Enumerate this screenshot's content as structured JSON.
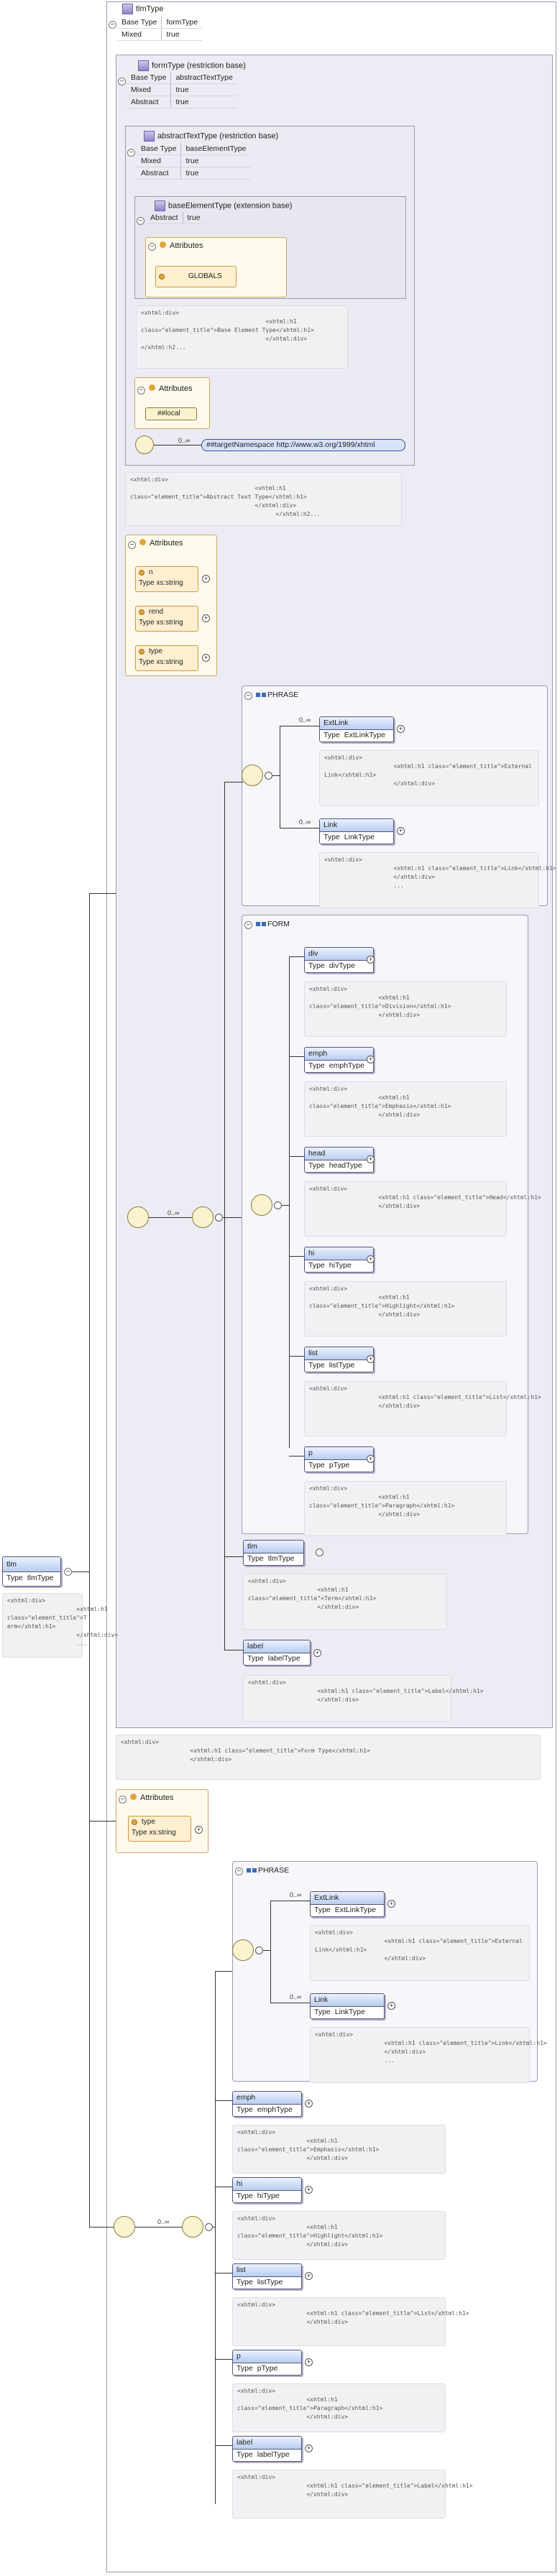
{
  "root": {
    "name": "tlmType",
    "base_type_key": "Base Type",
    "base_type": "formType",
    "mixed_key": "Mixed",
    "mixed": "true"
  },
  "formType": {
    "title": "formType (restriction base)",
    "rows": [
      [
        "Base Type",
        "abstractTextType"
      ],
      [
        "Mixed",
        "true"
      ],
      [
        "Abstract",
        "true"
      ]
    ]
  },
  "abstractTextType": {
    "title": "abstractTextType (restriction base)",
    "rows": [
      [
        "Base Type",
        "baseElementType"
      ],
      [
        "Mixed",
        "true"
      ],
      [
        "Abstract",
        "true"
      ]
    ]
  },
  "baseElementType": {
    "title": "baseElementType (extension base)",
    "rows": [
      [
        "Abstract",
        "true"
      ]
    ],
    "attributes_label": "Attributes",
    "globals": "GLOBALS"
  },
  "base_doc": "<xhtml:div>\n                                    <xhtml:h1\nclass=\"element_title\">Base Element Type</xhtml:h1>\n                                    </xhtml:div>\n</xhtml:h2...",
  "local_attrs": {
    "label": "Attributes",
    "any": "##local"
  },
  "any_ns": {
    "card": "0..∞",
    "text": "##targetNamespace http://www.w3.org/1999/xhtml"
  },
  "abstract_doc": "<xhtml:div>\n                                    <xhtml:h1\nclass=\"element_title\">Abstract Text Type</xhtml:h1>\n                                    </xhtml:div>\n                                          </xhtml:h2...",
  "form_attrs": {
    "label": "Attributes",
    "items": [
      {
        "name": "n",
        "type": "xs:string"
      },
      {
        "name": "rend",
        "type": "xs:string"
      },
      {
        "name": "type",
        "type": "xs:string"
      }
    ]
  },
  "phrase1": {
    "title": "PHRASE",
    "items": [
      {
        "card": "0..∞",
        "name": "ExtLink",
        "type": "ExtLinkType",
        "doc": "<xhtml:div>\n                    <xhtml:h1 class=\"element_title\">External\nLink</xhtml:h1>\n                    </xhtml:div>"
      },
      {
        "card": "0..∞",
        "name": "Link",
        "type": "LinkType",
        "doc": "<xhtml:div>\n                    <xhtml:h1 class=\"element_title\">Link</xhtml:h1>\n                    </xhtml:div>\n                    ..."
      }
    ]
  },
  "form": {
    "title": "FORM",
    "items": [
      {
        "name": "div",
        "type": "divType",
        "doc": "<xhtml:div>\n                    <xhtml:h1\nclass=\"element_title\">Division</xhtml:h1>\n                    </xhtml:div>"
      },
      {
        "name": "emph",
        "type": "emphType",
        "doc": "<xhtml:div>\n                    <xhtml:h1\nclass=\"element_title\">Emphasis</xhtml:h1>\n                    </xhtml:div>"
      },
      {
        "name": "head",
        "type": "headType",
        "doc": "<xhtml:div>\n                    <xhtml:h1 class=\"element_title\">Head</xhtml:h1>\n                    </xhtml:div>"
      },
      {
        "name": "hi",
        "type": "hiType",
        "doc": "<xhtml:div>\n                    <xhtml:h1\nclass=\"element_title\">Highlight</xhtml:h1>\n                    </xhtml:div>"
      },
      {
        "name": "list",
        "type": "listType",
        "doc": "<xhtml:div>\n                    <xhtml:h1 class=\"element_title\">List</xhtml:h1>\n                    </xhtml:div>"
      },
      {
        "name": "p",
        "type": "pType",
        "doc": "<xhtml:div>\n                    <xhtml:h1\nclass=\"element_title\">Paragraph</xhtml:h1>\n                    </xhtml:div>"
      }
    ]
  },
  "outer_card": "0..∞",
  "tlm_el": {
    "name": "tlm",
    "type": "tlmType",
    "doc": "<xhtml:div>\n                    <xhtml:h1\nclass=\"element_title\">Term</xhtml:h1>\n                    </xhtml:div>"
  },
  "label_el": {
    "name": "label",
    "type": "labelType",
    "doc": "<xhtml:div>\n                    <xhtml:h1 class=\"element_title\">Label</xhtml:h1>\n                    </xhtml:div>"
  },
  "form_doc": "<xhtml:div>\n                    <xhtml:h1 class=\"element_title\">Form Type</xhtml:h1>\n                    </xhtml:div>",
  "tlm_attrs": {
    "label": "Attributes",
    "items": [
      {
        "name": "type",
        "type": "xs:string"
      }
    ]
  },
  "left_el": {
    "name": "tlm",
    "type": "tlmType",
    "type_key": "Type",
    "doc": "<xhtml:div>\n                    <xhtml:h1\nclass=\"element_title\">T\nerm</xhtml:h1>\n                    </xhtml:div>\n                    ..."
  },
  "phrase2": {
    "title": "PHRASE",
    "items": [
      {
        "card": "0..∞",
        "name": "ExtLink",
        "type": "ExtLinkType",
        "doc": "<xhtml:div>\n                    <xhtml:h1 class=\"element_title\">External\nLink</xhtml:h1>\n                    </xhtml:div>"
      },
      {
        "card": "0..∞",
        "name": "Link",
        "type": "LinkType",
        "doc": "<xhtml:div>\n                    <xhtml:h1 class=\"element_title\">Link</xhtml:h1>\n                    </xhtml:div>\n                    ..."
      }
    ]
  },
  "lower": {
    "card": "0..∞",
    "items": [
      {
        "name": "emph",
        "type": "emphType",
        "doc": "<xhtml:div>\n                    <xhtml:h1\nclass=\"element_title\">Emphasis</xhtml:h1>\n                    </xhtml:div>"
      },
      {
        "name": "hi",
        "type": "hiType",
        "doc": "<xhtml:div>\n                    <xhtml:h1\nclass=\"element_title\">Highlight</xhtml:h1>\n                    </xhtml:div>"
      },
      {
        "name": "list",
        "type": "listType",
        "doc": "<xhtml:div>\n                    <xhtml:h1 class=\"element_title\">List</xhtml:h1>\n                    </xhtml:div>"
      },
      {
        "name": "p",
        "type": "pType",
        "doc": "<xhtml:div>\n                    <xhtml:h1\nclass=\"element_title\">Paragraph</xhtml:h1>\n                    </xhtml:div>"
      },
      {
        "name": "label",
        "type": "labelType",
        "doc": "<xhtml:div>\n                    <xhtml:h1 class=\"element_title\">Label</xhtml:h1>\n                    </xhtml:div>"
      }
    ]
  },
  "type_key": "Type"
}
